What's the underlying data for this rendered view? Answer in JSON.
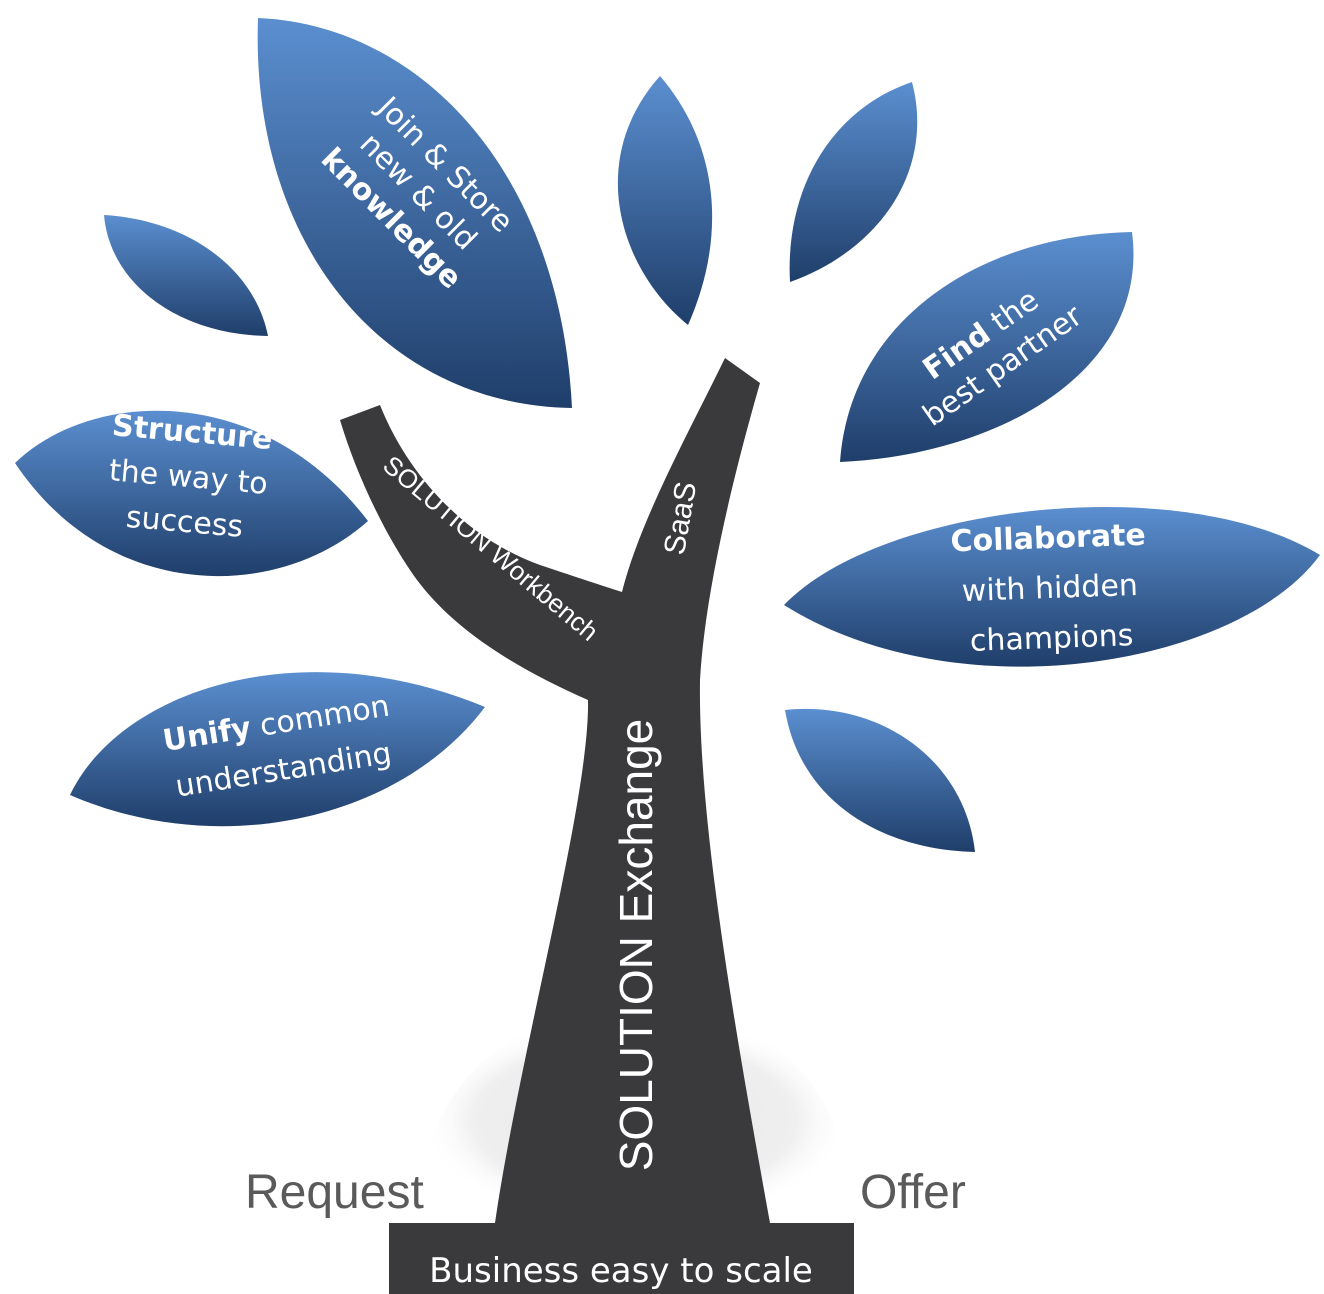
{
  "diagram": {
    "leaves": [
      {
        "id": "join-store",
        "lines": [
          {
            "text": "Join & Store",
            "bold": false
          },
          {
            "text": "new & old",
            "bold": false
          },
          {
            "text": "knowledge",
            "bold": true
          }
        ]
      },
      {
        "id": "find-partner",
        "line1_bold": "Find",
        "line1_rest": " the",
        "line2": "best partner"
      },
      {
        "id": "structure",
        "line1_bold": "Structure",
        "line2": "the way to",
        "line3": "success"
      },
      {
        "id": "collaborate",
        "line1_bold": "Collaborate",
        "line2": "with hidden",
        "line3": "champions"
      },
      {
        "id": "unify",
        "line1_bold": "Unify",
        "line1_rest": " common",
        "line2": "understanding"
      }
    ],
    "branches": {
      "left": "SOLUTION Workbench",
      "right": "SaaS"
    },
    "trunk": "SOLUTION Exchange",
    "side_left": "Request",
    "side_right": "Offer",
    "base": "Business easy to scale",
    "colors": {
      "leaf_light": "#5b8fd0",
      "leaf_dark": "#1f3e6a",
      "trunk": "#3a3a3c",
      "label_gray": "#5a5a5a"
    }
  }
}
